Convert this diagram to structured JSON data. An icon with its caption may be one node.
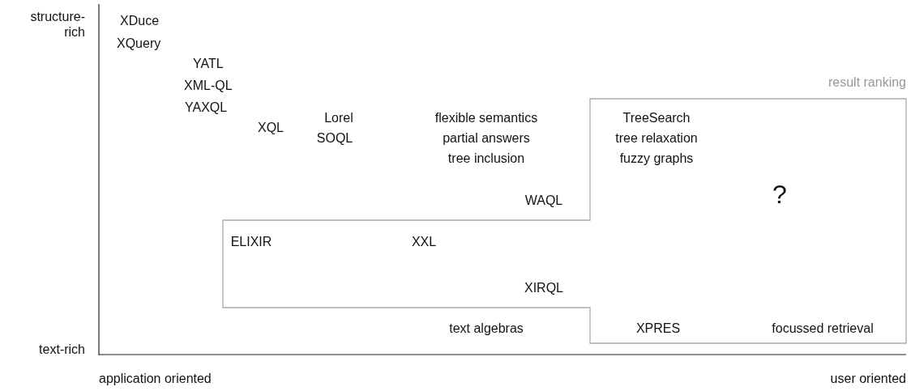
{
  "diagram": {
    "nodes": [
      {
        "text": [
          "result ranking"
        ]
      }
    ],
    "labels": [
      "structure-rich",
      "XDuce",
      "XQuery",
      "YATL",
      "XML-QL",
      "YAXQL",
      "Lorel",
      "flexible semantics",
      "TreeSearch",
      "XQL",
      "SOQL",
      "partial answers",
      "tree relaxation",
      "tree inclusion",
      "fuzzy graphs",
      "?",
      "WAQL",
      "ELIXIR",
      "XXL",
      "XIRQL",
      "text algebras",
      "XPRES",
      "focussed retrieval",
      "text-rich",
      "application oriented",
      "user oriented"
    ]
  }
}
